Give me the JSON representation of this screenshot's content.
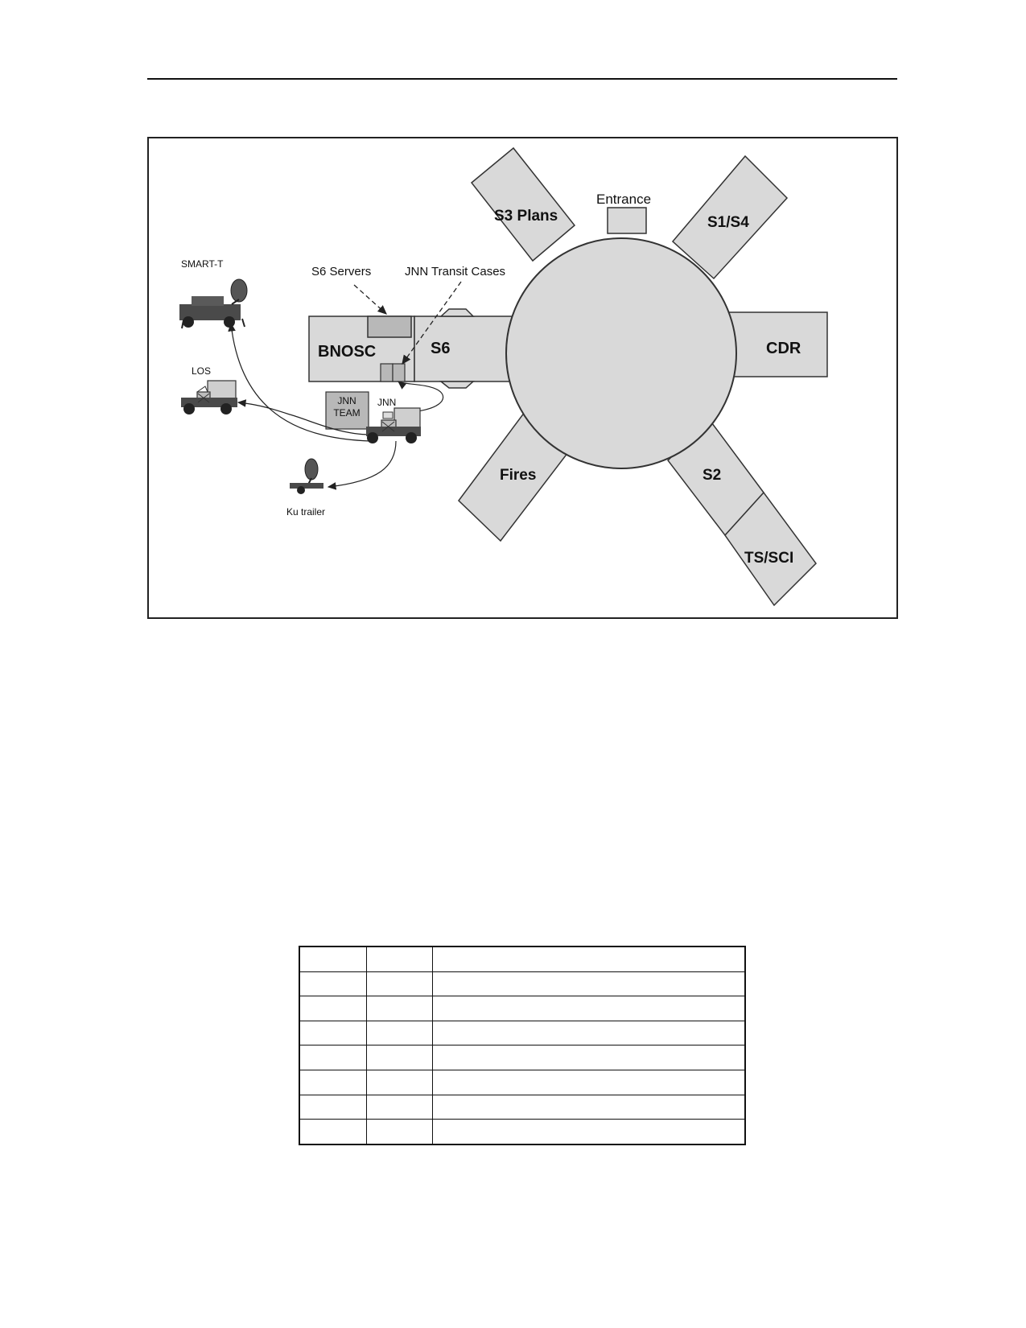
{
  "diagram": {
    "labels": {
      "entrance": "Entrance",
      "s3_plans": "S3 Plans",
      "s1_s4": "S1/S4",
      "cdr": "CDR",
      "s2": "S2",
      "ts_sci": "TS/SCI",
      "fires": "Fires",
      "bnosc": "BNOSC",
      "s6": "S6",
      "s6_servers": "S6 Servers",
      "jnn_transit_cases": "JNN Transit Cases",
      "jnn_team_line1": "JNN",
      "jnn_team_line2": "TEAM",
      "jnn": "JNN",
      "smart_t": "SMART-T",
      "los": "LOS",
      "ku_trailer": "Ku trailer"
    },
    "colors": {
      "fill": "#d9d9d9",
      "box_fill": "#b8b8b8",
      "stroke": "#333333",
      "vehicle": "#4a4a4a"
    }
  },
  "table": {
    "rows": [
      [
        "",
        "",
        ""
      ],
      [
        "",
        "",
        ""
      ],
      [
        "",
        "",
        ""
      ],
      [
        "",
        "",
        ""
      ],
      [
        "",
        "",
        ""
      ],
      [
        "",
        "",
        ""
      ],
      [
        "",
        "",
        ""
      ],
      [
        "",
        "",
        ""
      ]
    ]
  }
}
